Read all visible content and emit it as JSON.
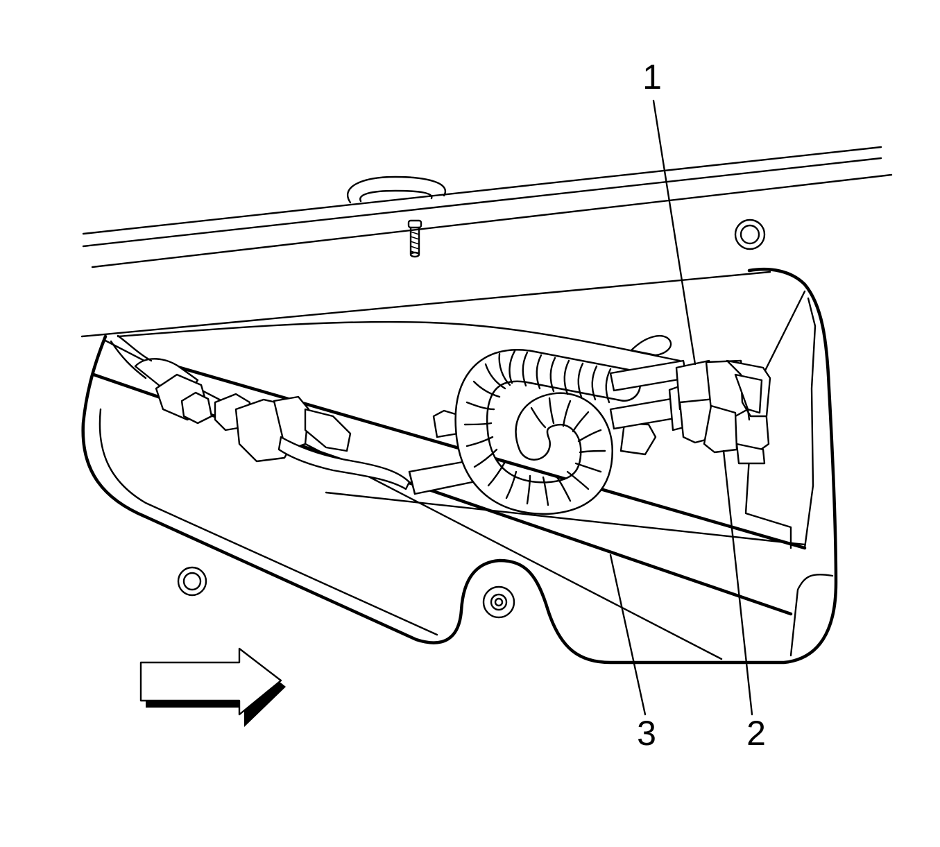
{
  "callouts": {
    "c1": "1",
    "c2": "2",
    "c3": "3"
  },
  "icons": {
    "direction_arrow": "arrow-right-icon"
  }
}
